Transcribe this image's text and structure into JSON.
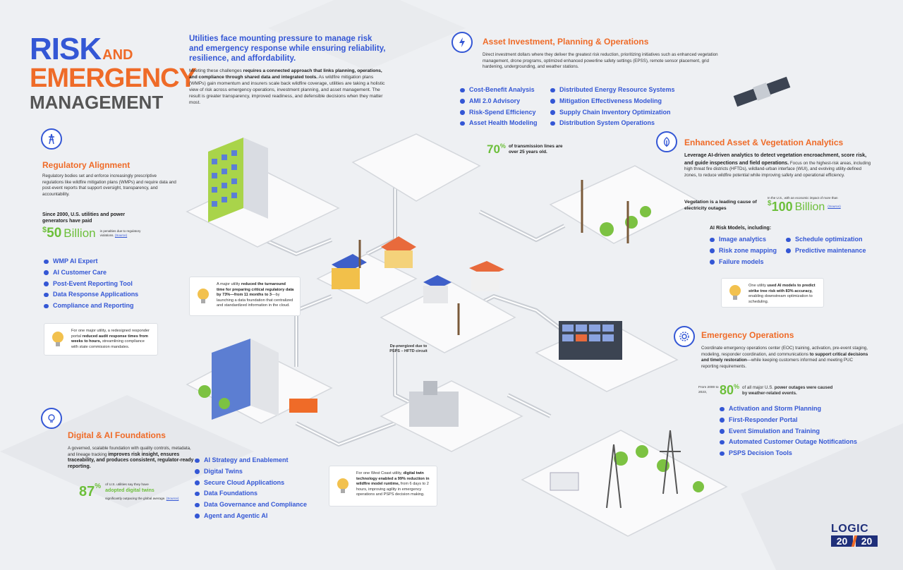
{
  "title": {
    "risk": "RISK",
    "and": "AND",
    "emergency": "EMERGENCY",
    "management": "MANAGEMENT"
  },
  "intro": {
    "headline": "Utilities face mounting pressure to manage risk and emergency response while ensuring reliability, resilience, and affordability.",
    "body_pre": "Meeting these challenges ",
    "body_bold": "requires a connected approach that links planning, operations, and compliance through shared data and integrated tools.",
    "body_post": " As wildfire mitigation plans (WMPs) gain momentum and insurers scale back wildfire coverage, utilities are taking a holistic view of risk across emergency operations, investment planning, and asset management. The result is greater transparency, improved readiness, and defensible decisions when they matter most."
  },
  "regulatory": {
    "title": "Regulatory Alignment",
    "body": "Regulatory bodies set and enforce increasingly prescriptive regulations like wildfire mitigation plans (WMPs) and require data and post-event reports that support oversight, transparency, and accountability.",
    "stat_label": "Since 2000, U.S. utilities and power generators have paid",
    "stat_prefix": "$",
    "stat_value": "50",
    "stat_unit": "Billion",
    "stat_note": "in penalties due to regulatory violations.",
    "source": "(Source)",
    "items": [
      "WMP AI Expert",
      "AI Customer Care",
      "Post-Event Reporting Tool",
      "Data Response Applications",
      "Compliance and Reporting"
    ],
    "tip_pre": "For one major utility, a redesigned responder portal ",
    "tip_bold": "reduced audit response times from weeks to hours,",
    "tip_post": " streamlining compliance with state commission mandates."
  },
  "center_tip": {
    "pre": "A major utility ",
    "bold": "reduced the turnaround time for preparing critical regulatory data by 73%—from 11 months to 3",
    "post": "—by launching a data foundation that centralized and standardized information in the cloud."
  },
  "deenergized": "De-energized due to PSPS – HFTD circuit",
  "asset": {
    "title": "Asset Investment, Planning & Operations",
    "body": "Direct investment dollars where they deliver the greatest risk reduction, prioritizing initiatives such as enhanced vegetation management, drone programs, optimized enhanced powerline safety settings (EPSS), remote sensor placement, grid hardening, undergrounding, and weather stations.",
    "items_left": [
      "Cost-Benefit Analysis",
      "AMI 2.0 Advisory",
      "Risk-Spend Efficiency",
      "Asset Health Modeling"
    ],
    "items_right": [
      "Distributed Energy Resource Systems",
      "Mitigation Effectiveness Modeling",
      "Supply Chain Inventory Optimization",
      "Distribution System Operations"
    ],
    "stat_value": "70",
    "stat_pct": "%",
    "stat_text": "of transmission lines are over 25 years old."
  },
  "veg": {
    "title": "Enhanced Asset & Vegetation Analytics",
    "body_bold": "Leverage AI-driven analytics to detect vegetation encroachment, score risk, and guide inspections and field operations.",
    "body_post": " Focus on the highest-risk areas, including high threat fire districts (HFTDs), wildland-urban interface (WUI), and evolving utility-defined zones, to reduce wildfire potential while improving safety and operational efficiency.",
    "stat_label": "Vegetation is a leading cause of electricity outages",
    "stat_note": "In the U.S., with an economic impact of more than",
    "stat_prefix": "$",
    "stat_value": "100",
    "stat_unit": "Billion",
    "source": "(Source)",
    "models_label": "AI Risk Models, including:",
    "items_left": [
      "Image analytics",
      "Risk zone mapping",
      "Failure models"
    ],
    "items_right": [
      "Schedule optimization",
      "Predictive maintenance"
    ],
    "tip_pre": "One utility ",
    "tip_bold": "used AI models to predict strike tree risk with 83% accuracy,",
    "tip_post": " enabling downstream optimization to scheduling."
  },
  "emergency": {
    "title": "Emergency Operations",
    "body_pre": "Coordinate emergency operations center (EOC) training, activation, pre-event staging, modeling, responder coordination, and communications ",
    "body_bold": "to support critical decisions and timely restoration",
    "body_post": "—while keeping customers informed and meeting PUC reporting requirements.",
    "stat_pre": "From 2000 to 2023,",
    "stat_value": "80",
    "stat_pct": "%",
    "stat_text_pre": "of all major U.S. ",
    "stat_text_bold": "power outages were caused by weather-related events.",
    "items": [
      "Activation and Storm Planning",
      "First-Responder Portal",
      "Event Simulation and Training",
      "Automated Customer Outage Notifications",
      "PSPS Decision Tools"
    ]
  },
  "digital": {
    "title": "Digital & AI Foundations",
    "body_pre": "A governed, scalable foundation with quality controls, metadata, and lineage tracking ",
    "body_bold": "improves risk insight, ensures traceability, and produces consistent, regulator-ready reporting.",
    "stat_value": "87",
    "stat_pct": "%",
    "stat_pre": "of U.S. utilities say they have",
    "stat_bold": "adopted digital twins",
    "stat_post": "significantly outpacing the global average.",
    "source": "(Source)",
    "items": [
      "AI Strategy and Enablement",
      "Digital Twins",
      "Secure Cloud Applications",
      "Data Foundations",
      "Data Governance and Compliance",
      "Agent and Agentic AI"
    ]
  },
  "twin_tip": {
    "pre": "For one West Coast utility, ",
    "bold1": "digital twin technology enabled a 99% reduction in wildfire model runtime,",
    "post": " from 6 days to 2 hours, improving agility in emergency operations and PSPS decision making."
  },
  "logo": {
    "top": "LOGIC",
    "left": "20",
    "right": "20"
  },
  "colors": {
    "blue": "#3457d5",
    "orange": "#ef6b28",
    "green": "#6cbf3a",
    "gray": "#555555"
  }
}
